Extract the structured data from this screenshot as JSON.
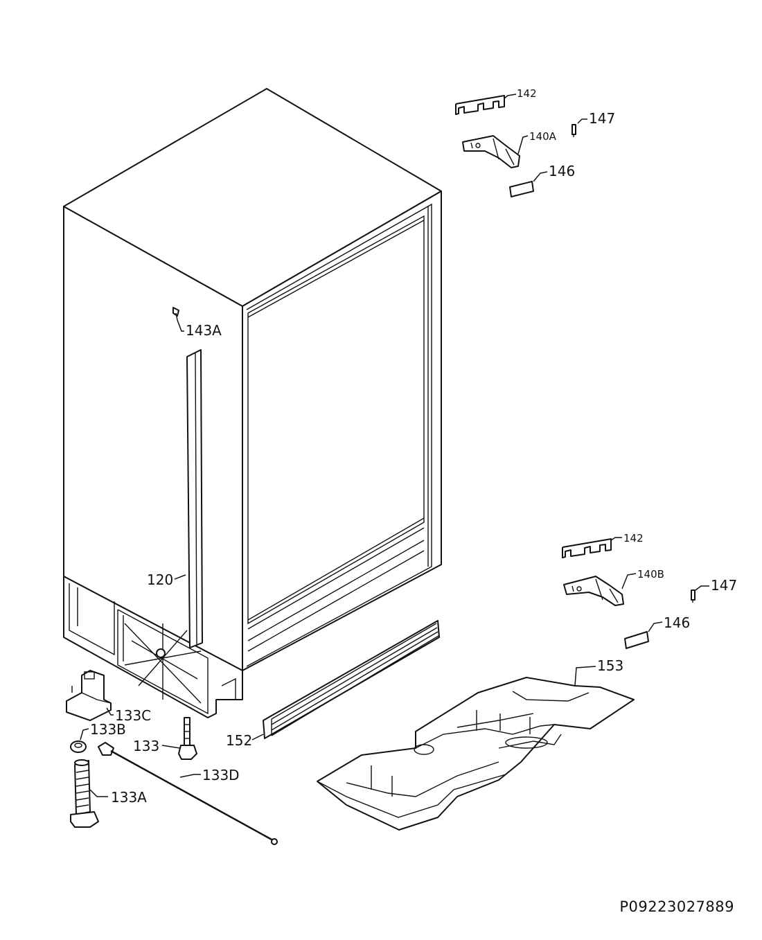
{
  "document_id": "P09223027889",
  "labels": {
    "l120": "120",
    "l133": "133",
    "l133A": "133A",
    "l133B": "133B",
    "l133C": "133C",
    "l133D": "133D",
    "l140A": "140A",
    "l140B": "140B",
    "l142_top": "142",
    "l142_bottom": "142",
    "l143A": "143A",
    "l146_top": "146",
    "l146_bottom": "146",
    "l147_top": "147",
    "l147_bottom": "147",
    "l152": "152",
    "l153": "153"
  }
}
